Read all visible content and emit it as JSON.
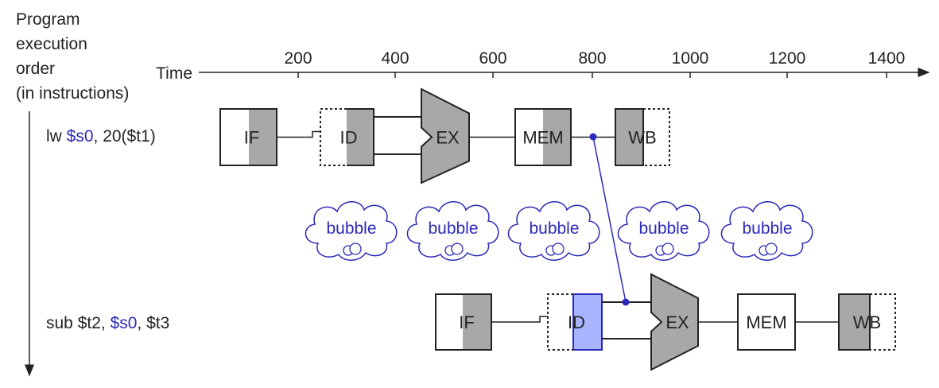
{
  "left_title": [
    "Program",
    "execution",
    "order",
    "(in instructions)"
  ],
  "axis": {
    "label": "Time",
    "ticks": [
      "200",
      "400",
      "600",
      "800",
      "1000",
      "1200",
      "1400"
    ]
  },
  "instructions": [
    {
      "parts": [
        {
          "text": "lw ",
          "hl": false
        },
        {
          "text": "$s0",
          "hl": true
        },
        {
          "text": ", 20($t1)",
          "hl": false
        }
      ],
      "stages": [
        "IF",
        "ID",
        "EX",
        "MEM",
        "WB"
      ]
    },
    {
      "parts": [
        {
          "text": "sub $t2, ",
          "hl": false
        },
        {
          "text": "$s0",
          "hl": true
        },
        {
          "text": ", $t3",
          "hl": false
        }
      ],
      "stages": [
        "IF",
        "ID",
        "EX",
        "MEM",
        "WB"
      ]
    }
  ],
  "bubbles": [
    "bubble",
    "bubble",
    "bubble",
    "bubble",
    "bubble"
  ],
  "colors": {
    "highlight": "#2a2ab8",
    "stage_fill": "#a8a8a8",
    "forward_fill": "#a8b4ff",
    "line": "#222222"
  }
}
